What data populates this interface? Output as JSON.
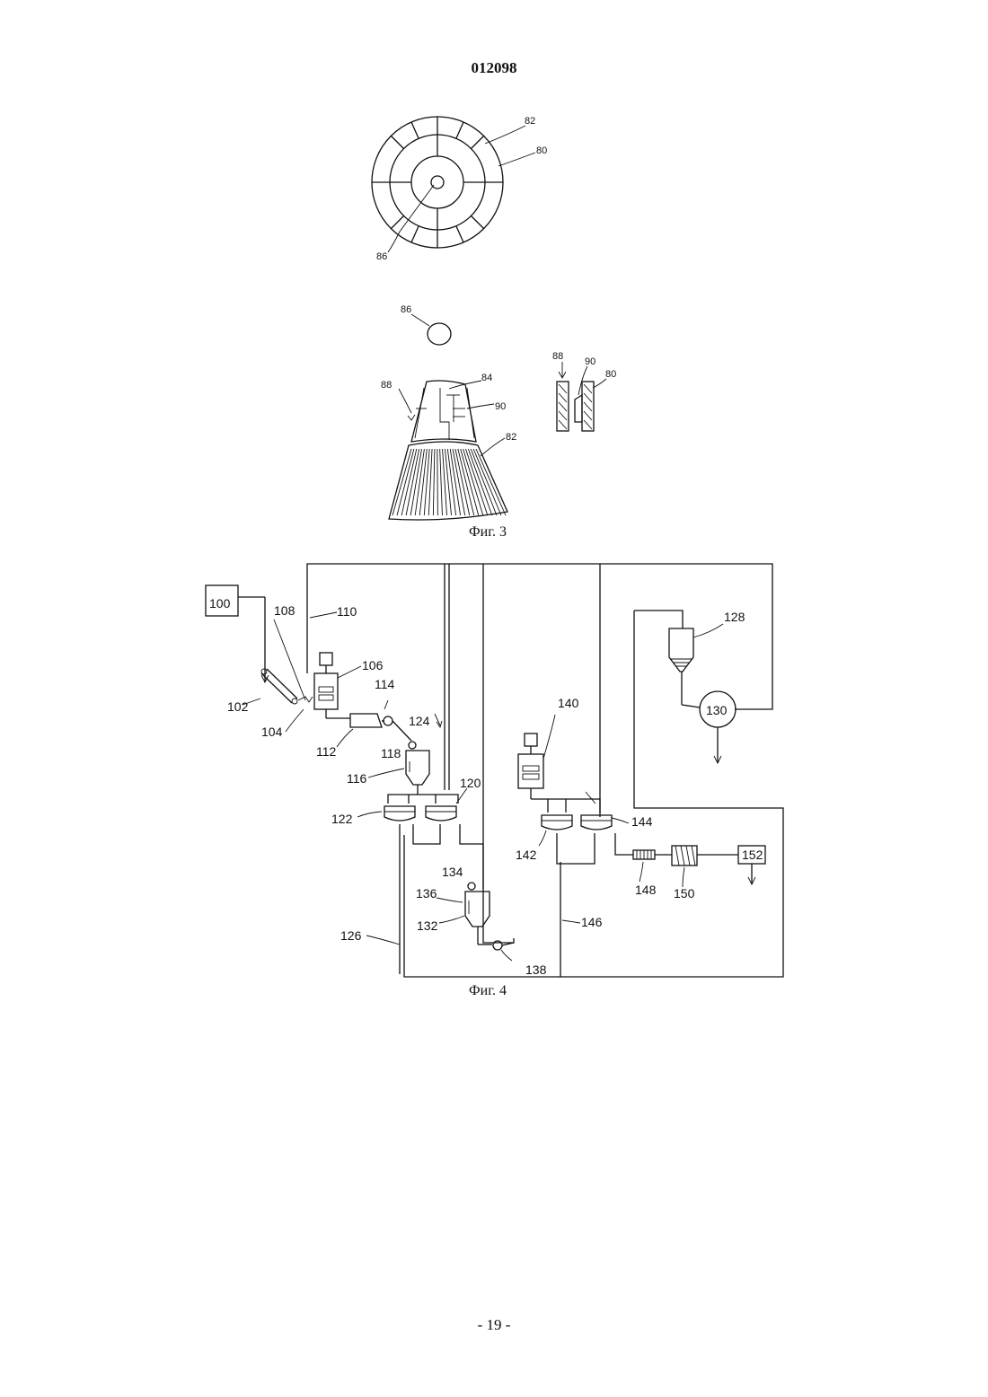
{
  "header": {
    "doc_number": "012098"
  },
  "footer": {
    "page_number": "- 19 -"
  },
  "figure3": {
    "caption": "Фиг. 3",
    "labels": {
      "l82a": "82",
      "l80a": "80",
      "l86a": "86",
      "l86b": "86",
      "l88a": "88",
      "l84": "84",
      "l90a": "90",
      "l82b": "82",
      "l88b": "88",
      "l90b": "90",
      "l80b": "80"
    }
  },
  "figure4": {
    "caption": "Фиг. 4",
    "labels": {
      "l100": "100",
      "l102": "102",
      "l104": "104",
      "l106": "106",
      "l108": "108",
      "l110": "110",
      "l112": "112",
      "l114": "114",
      "l116": "116",
      "l118": "118",
      "l120": "120",
      "l122": "122",
      "l124": "124",
      "l126": "126",
      "l128": "128",
      "l130": "130",
      "l132": "132",
      "l134": "134",
      "l136": "136",
      "l138": "138",
      "l140": "140",
      "l142": "142",
      "l144": "144",
      "l146": "146",
      "l148": "148",
      "l150": "150",
      "l152": "152"
    }
  }
}
